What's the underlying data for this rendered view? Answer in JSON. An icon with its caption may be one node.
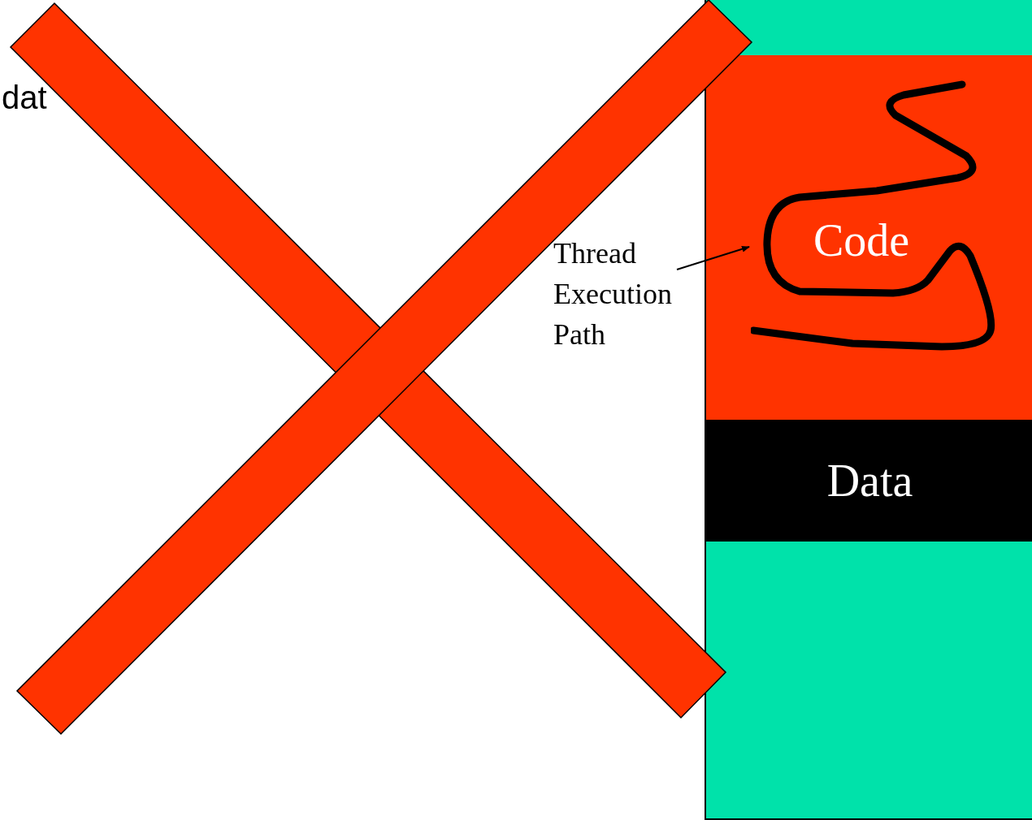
{
  "diagram": {
    "nodes": [
      {
        "text": [],
        "shape": "box"
      },
      {
        "text": [
          "Code"
        ],
        "in": 0
      },
      {
        "text": [
          "Data"
        ],
        "in": 0
      },
      {
        "text": [
          "Thread Execution Path"
        ]
      }
    ],
    "edges": [
      {
        "from": 3,
        "to": 1,
        "arrow": "to"
      }
    ],
    "labels": [
      "dat"
    ]
  }
}
